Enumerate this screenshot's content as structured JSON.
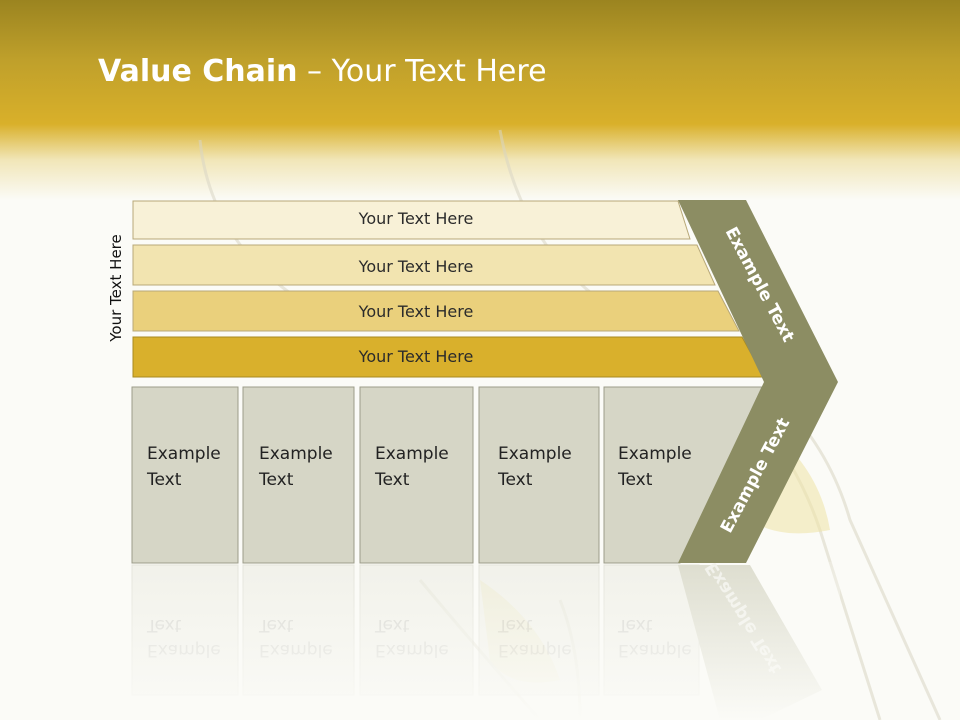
{
  "title": {
    "bold": "Value Chain",
    "rest": " – Your Text Here"
  },
  "side_label": "Your Text Here",
  "bars": [
    {
      "label": "Your Text Here",
      "color": "#f8f1d7"
    },
    {
      "label": "Your Text Here",
      "color": "#f2e4b0"
    },
    {
      "label": "Your Text Here",
      "color": "#ead07c"
    },
    {
      "label": "Your Text Here",
      "color": "#d9b02c"
    }
  ],
  "boxes": [
    {
      "line1": "Example",
      "line2": "Text"
    },
    {
      "line1": "Example",
      "line2": "Text"
    },
    {
      "line1": "Example",
      "line2": "Text"
    },
    {
      "line1": "Example",
      "line2": "Text"
    },
    {
      "line1": "Example",
      "line2": "Text"
    }
  ],
  "chevron": {
    "upper_label": "Example Text",
    "lower_label": "Example Text",
    "color": "#8c8d63"
  },
  "colors": {
    "box_fill": "#d6d6c6",
    "box_border": "#9c9c8a",
    "header_gold": "#d9b02a"
  }
}
